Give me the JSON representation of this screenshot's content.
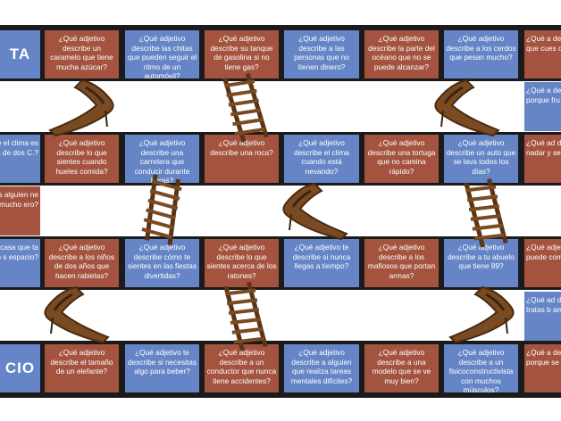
{
  "colors": {
    "blue": "#6585c6",
    "red": "#a4533f",
    "board": "#1b1b1b",
    "wood": "#7a4b22"
  },
  "rows": [
    {
      "cells": [
        {
          "text": "TA",
          "color": "blue"
        },
        {
          "text": "¿Qué adjetivo describe un caramelo que tiene mucha azúcar?",
          "color": "red"
        },
        {
          "text": "¿Qué adjetivo describe las chitas que pueden seguir el ritmo de un automóvil?",
          "color": "blue"
        },
        {
          "text": "¿Qué adjetivo describe su tanque de gasolina si no tiene gas?",
          "color": "red"
        },
        {
          "text": "¿Qué adjetivo describe a las personas que no tienen dinero?",
          "color": "blue"
        },
        {
          "text": "¿Qué adjetivo describe la parte del océano que no se puede alcanzar?",
          "color": "red"
        },
        {
          "text": "¿Qué adjetivo describe a los cerdos que pesan mucho?",
          "color": "blue"
        },
        {
          "text": "¿Qué a describe que cues dine",
          "color": "red"
        }
      ]
    },
    {
      "cells": [
        {
          "text": "adjetivo e el clima es más de dos C.?",
          "color": "blue"
        },
        {
          "text": "¿Qué adjetivo describe lo que sientes cuando hueles comida?",
          "color": "red"
        },
        {
          "text": "¿Qué adjetivo describe una carretera que conducir durante horas?",
          "color": "blue"
        },
        {
          "text": "¿Qué adjetivo describe una roca?",
          "color": "red"
        },
        {
          "text": "¿Qué adjetivo describe el clima cuando está nevando?",
          "color": "blue"
        },
        {
          "text": "¿Qué adjetivo describe una tortuga que no camina rápido?",
          "color": "red"
        },
        {
          "text": "¿Qué adjetivo describe un auto que se lava todos los días?",
          "color": "blue"
        },
        {
          "text": "¿Qué ad describe d nadar y sec",
          "color": "red"
        }
      ]
    },
    {
      "cells": [
        {
          "text": "adjetivo a casa que ta si no s espacio?",
          "color": "blue"
        },
        {
          "text": "¿Qué adjetivo describe a los niños de dos años que hacen rabietas?",
          "color": "red"
        },
        {
          "text": "¿Qué adjetivo describe cómo te sientes en las fiestas divertidas?",
          "color": "blue"
        },
        {
          "text": "¿Qué adjetivo describe lo que sientes acerca de los ratones?",
          "color": "red"
        },
        {
          "text": "¿Qué adjetivo te describe si nunca llegas a tiempo?",
          "color": "blue"
        },
        {
          "text": "¿Qué adjetivo describe a los mafiosos que portan armas?",
          "color": "red"
        },
        {
          "text": "¿Qué adjetivo describe a tu abuelo que tiene 89?",
          "color": "blue"
        },
        {
          "text": "¿Qué adjet una jiraf puede com árb",
          "color": "red"
        }
      ]
    },
    {
      "cells": [
        {
          "text": "CIO",
          "color": "blue"
        },
        {
          "text": "¿Qué adjetivo describe el tamaño de un elefante?",
          "color": "red"
        },
        {
          "text": "¿Qué adjetivo te describe si necesitas algo para beber?",
          "color": "blue"
        },
        {
          "text": "¿Qué adjetivo describe a un conductor que nunca tiene accidentes?",
          "color": "red"
        },
        {
          "text": "¿Qué adjetivo describe a alguien que realiza tareas mentales difíciles?",
          "color": "blue"
        },
        {
          "text": "¿Qué adjetivo describe a una modelo que se ve muy bien?",
          "color": "red"
        },
        {
          "text": "¿Qué adjetivo describe a un fisicoconstructivista con muchos músculos?",
          "color": "blue"
        },
        {
          "text": "¿Qué a describe porque se",
          "color": "red"
        }
      ]
    }
  ],
  "connectors": [
    {
      "text": "¿Qué a describe le porque fru",
      "color": "blue"
    },
    {
      "text": "adjetivo a alguien ne mucho ero?",
      "color": "red"
    },
    {
      "text": "¿Qué ad describe tratas b ami",
      "color": "blue"
    }
  ],
  "pieces": [
    "slide",
    "ladder",
    "slide",
    "ladder",
    "slide",
    "ladder",
    "slide",
    "ladder",
    "slide"
  ]
}
